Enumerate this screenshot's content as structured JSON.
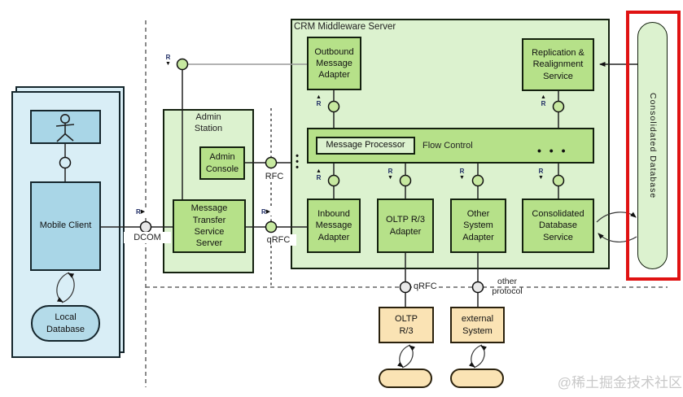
{
  "labels": {
    "crm_title": "CRM Middleware Server",
    "outbound_adapter": "Outbound Message Adapter",
    "replication_service": "Replication & Realignment Service",
    "message_processor": "Message Processor",
    "flow_control": "Flow Control",
    "inbound_adapter": "Inbound Message Adapter",
    "oltp_adapter": "OLTP R/3 Adapter",
    "other_adapter": "Other System Adapter",
    "cds_service": "Consolidated Database Service",
    "consolidated_db": "Consolidated Database",
    "admin_station": "Admin Station",
    "admin_console": "Admin Console",
    "mts_server": "Message Transfer Service Server",
    "mobile_client": "Mobile Client",
    "local_db": "Local Database",
    "oltp_system": "OLTP R/3",
    "external_system": "external System"
  },
  "protocols": {
    "dcom": "DCOM",
    "rfc": "RFC",
    "qrfc_admin": "qRFC",
    "qrfc_bottom": "qRFC",
    "other_protocol": "other protocol"
  },
  "markers": {
    "r": "R",
    "arrow_up": "▲",
    "arrow_down": "▼",
    "arrow_right": "▶"
  },
  "decorations": {
    "ellipsis_horizontal": "• • •",
    "ellipsis_vertical": "• • •"
  },
  "watermark": "@稀土掘金技术社区",
  "colors": {
    "container_green": "#dcf2cf",
    "box_green": "#b6e189",
    "container_blue": "#d9eef6",
    "box_blue": "#a9d6e7",
    "tan": "#fae3b4",
    "highlight_red": "#e01212",
    "circle_green": "#c7e9a0",
    "circle_gray": "#e8e8e8"
  }
}
